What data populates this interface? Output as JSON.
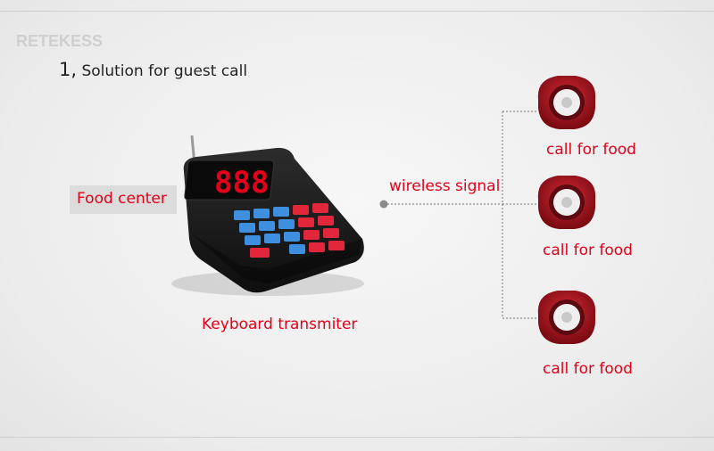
{
  "brand": {
    "logo_text": "RETEKESS"
  },
  "heading": {
    "number": "1,",
    "text": "Solution for guest call"
  },
  "source": {
    "label": "Food center"
  },
  "transmitter": {
    "label": "Keyboard transmiter",
    "display": "888",
    "colors": {
      "body": "#1b1b1b",
      "display_digits": "#e2001a",
      "key_blue": "#3f8fe0",
      "key_red": "#e2273a"
    }
  },
  "link": {
    "label": "wireless signal"
  },
  "pagers": [
    {
      "label": "call for food"
    },
    {
      "label": "call for food"
    },
    {
      "label": "call for food"
    }
  ],
  "colors": {
    "accent": "#e2001a",
    "line": "#8c8c8c",
    "pager_ring": "#b3121f"
  }
}
